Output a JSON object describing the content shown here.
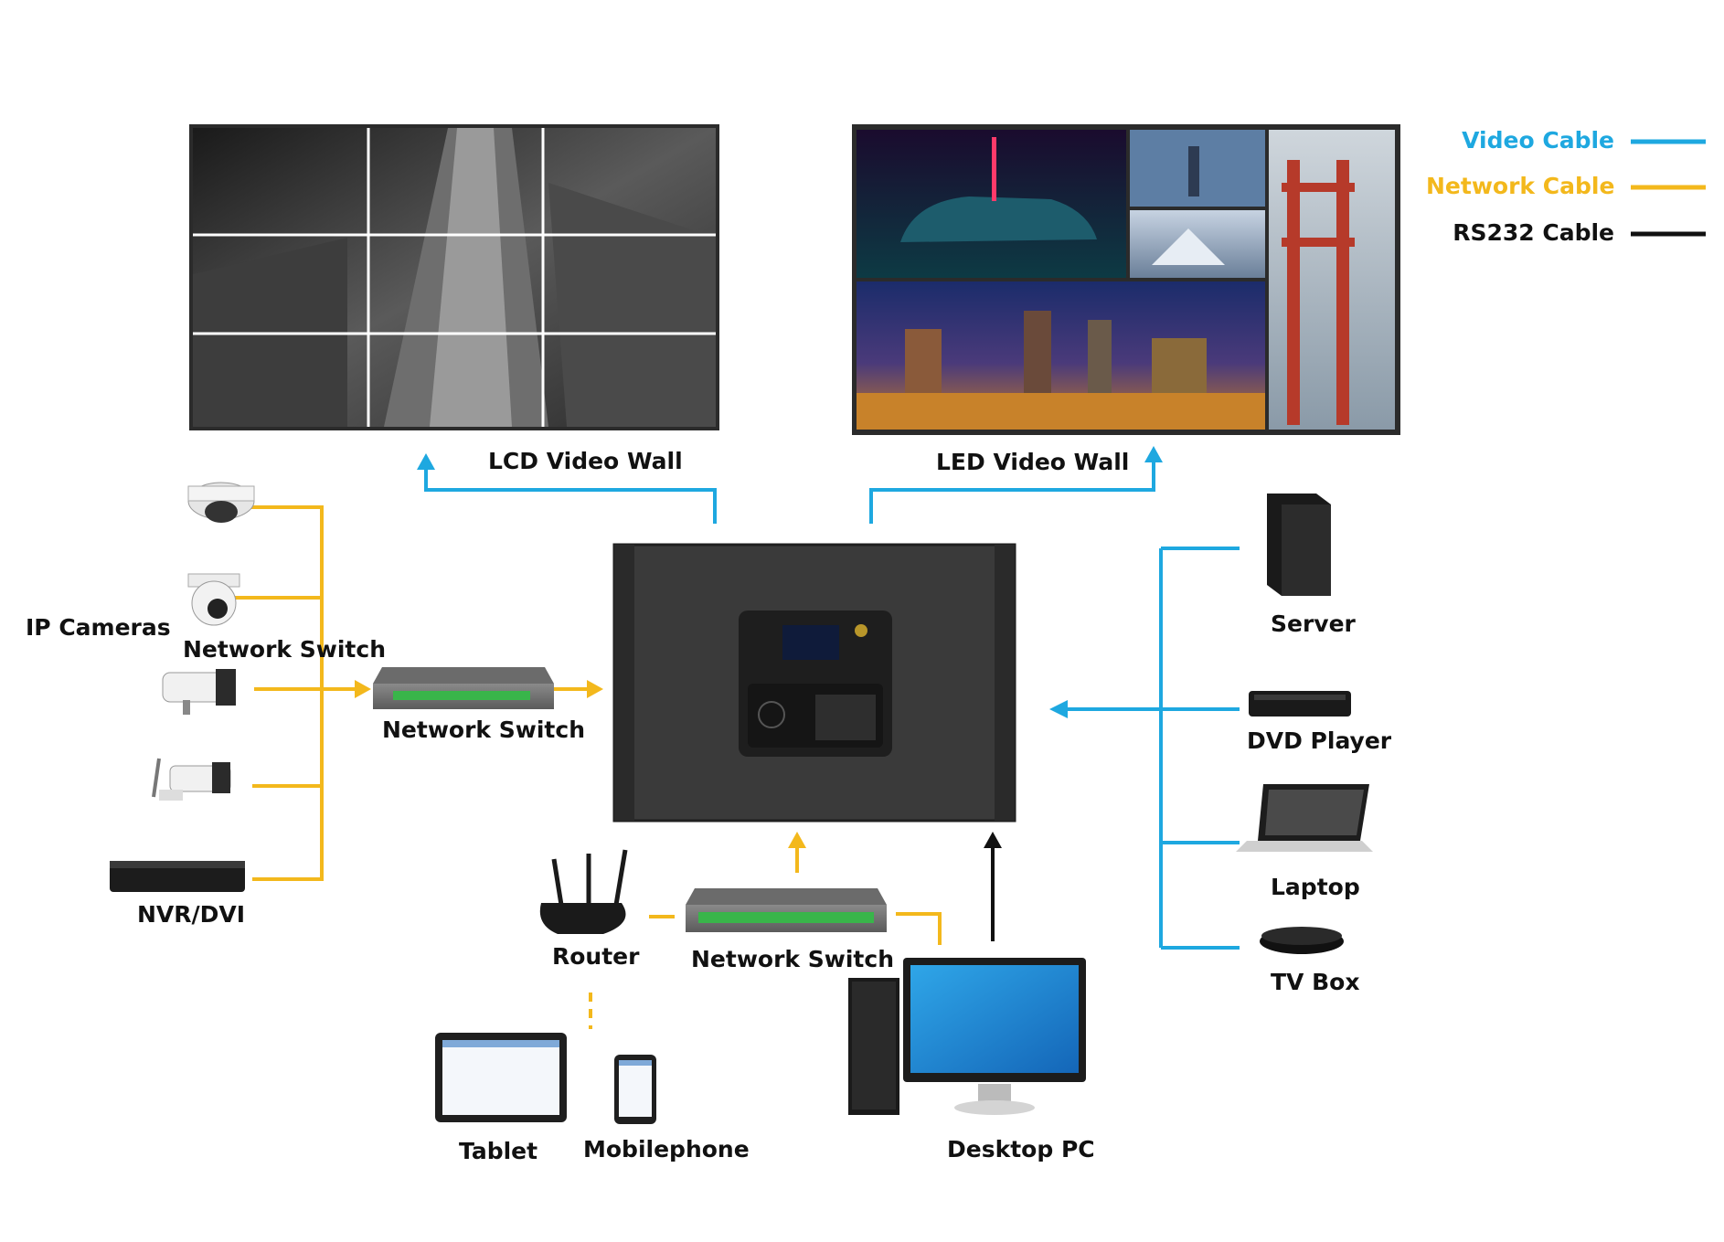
{
  "colors": {
    "video": "#1ea8e0",
    "network": "#f3b81c",
    "rs232": "#111111",
    "text": "#111111"
  },
  "legend": {
    "video": "Video Cable",
    "network": "Network Cable",
    "rs232": "RS232 Cable"
  },
  "labels": {
    "lcd_wall": "LCD Video Wall",
    "led_wall": "LED Video Wall",
    "ip_cameras": "IP Cameras",
    "network_switch_top": "Network Switch",
    "network_switch_left": "Network Switch",
    "nvr": "NVR/DVI",
    "router": "Router",
    "network_switch_bottom": "Network Switch",
    "tablet": "Tablet",
    "mobilephone": "Mobilephone",
    "desktop_pc": "Desktop PC",
    "server": "Server",
    "dvd_player": "DVD Player",
    "laptop": "Laptop",
    "tv_box": "TV Box"
  },
  "icons": {
    "dome_camera": "dome-camera-icon",
    "turret_camera": "turret-camera-icon",
    "bullet_camera": "bullet-camera-icon",
    "wifi_camera": "wifi-camera-icon",
    "nvr": "nvr-icon",
    "switch": "network-switch-icon",
    "controller": "video-wall-controller-icon",
    "router": "router-icon",
    "tablet": "tablet-icon",
    "phone": "mobilephone-icon",
    "desktop": "desktop-pc-icon",
    "server": "server-icon",
    "dvd": "dvd-player-icon",
    "laptop": "laptop-icon",
    "tvbox": "tv-box-icon"
  }
}
